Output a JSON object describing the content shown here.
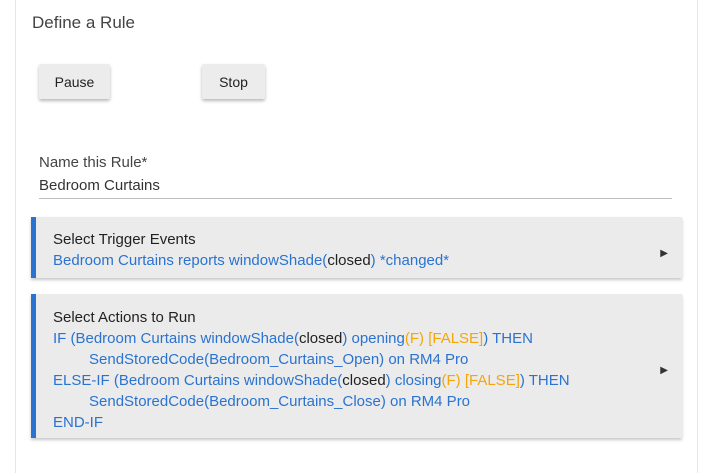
{
  "page": {
    "title": "Define a Rule"
  },
  "buttons": {
    "pause": "Pause",
    "stop": "Stop"
  },
  "name_field": {
    "label": "Name this Rule*",
    "value": "Bedroom Curtains"
  },
  "trigger": {
    "title": "Select Trigger Events",
    "line": {
      "device_text": "Bedroom Curtains reports windowShade(",
      "state": "closed",
      "close_paren": ")",
      "changed": " *changed*"
    }
  },
  "actions": {
    "title": "Select Actions to Run",
    "if_line": {
      "prefix": "IF (Bedroom Curtains windowShade(",
      "state": "closed",
      "mid": ") opening",
      "flag": "(F) [FALSE]",
      "suffix": ") THEN"
    },
    "then_action": "SendStoredCode(Bedroom_Curtains_Open) on RM4 Pro",
    "elseif_line": {
      "prefix": "ELSE-IF (Bedroom Curtains windowShade(",
      "state": "closed",
      "mid": ") closing",
      "flag": "(F) [FALSE]",
      "suffix": ") THEN"
    },
    "else_action": "SendStoredCode(Bedroom_Curtains_Close) on RM4 Pro",
    "end": "END-IF"
  },
  "icons": {
    "expand": "play-arrow-icon"
  },
  "colors": {
    "accent": "#2a73d0",
    "flag": "#f5a50a",
    "section_bg": "#ebebeb"
  }
}
